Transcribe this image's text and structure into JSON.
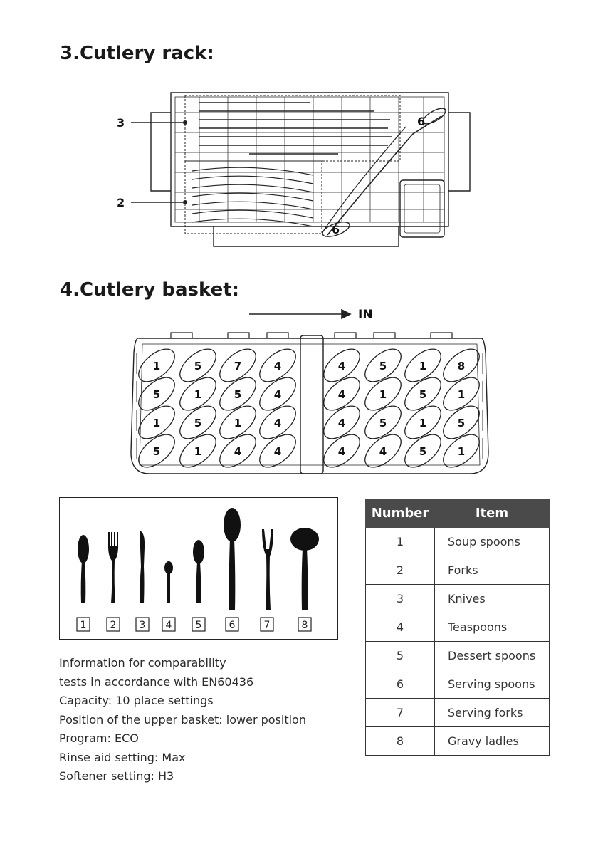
{
  "sections": {
    "rack_title": "3.Cutlery rack:",
    "basket_title": "4.Cutlery basket:"
  },
  "rack": {
    "callouts": [
      "3",
      "2",
      "6",
      "6"
    ]
  },
  "basket": {
    "direction_label": "IN",
    "slots": [
      [
        "1",
        "5",
        "7",
        "4",
        "4",
        "5",
        "1",
        "8"
      ],
      [
        "5",
        "1",
        "5",
        "4",
        "4",
        "1",
        "5",
        "1"
      ],
      [
        "1",
        "5",
        "1",
        "4",
        "4",
        "5",
        "1",
        "5"
      ],
      [
        "5",
        "1",
        "4",
        "4",
        "4",
        "4",
        "5",
        "1"
      ]
    ]
  },
  "legend": {
    "labels": [
      "1",
      "2",
      "3",
      "4",
      "5",
      "6",
      "7",
      "8"
    ]
  },
  "info": [
    "Information for comparability",
    "tests in accordance with EN60436",
    "Capacity: 10 place settings",
    "Position of the upper basket: lower position",
    "Program: ECO",
    "Rinse aid setting: Max",
    "Softener setting: H3"
  ],
  "table": {
    "headers": [
      "Number",
      "Item"
    ],
    "rows": [
      [
        "1",
        "Soup spoons"
      ],
      [
        "2",
        "Forks"
      ],
      [
        "3",
        "Knives"
      ],
      [
        "4",
        "Teaspoons"
      ],
      [
        "5",
        "Dessert spoons"
      ],
      [
        "6",
        "Serving spoons"
      ],
      [
        "7",
        "Serving forks"
      ],
      [
        "8",
        "Gravy ladles"
      ]
    ]
  }
}
